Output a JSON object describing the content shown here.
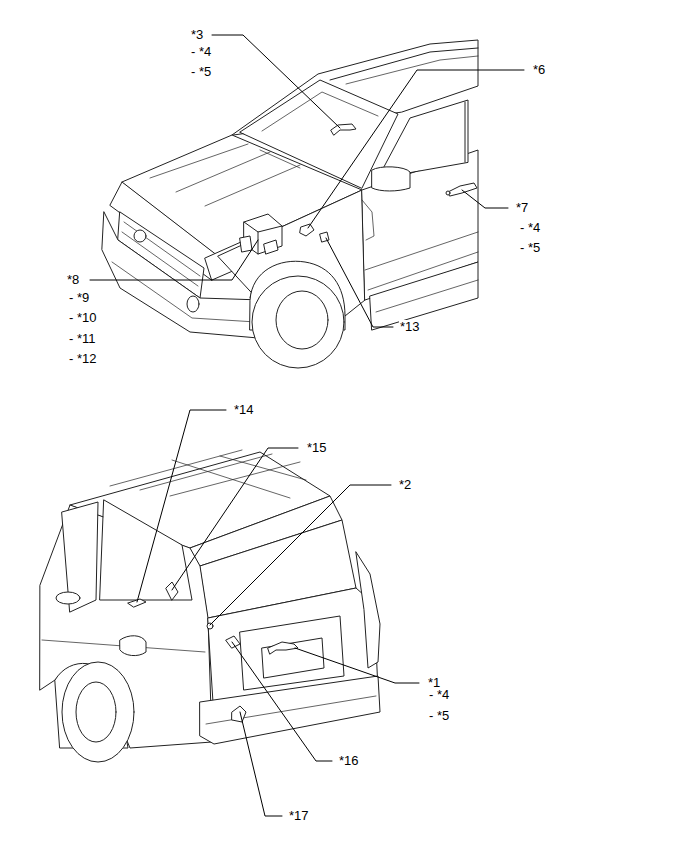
{
  "diagram": {
    "labels": [
      "*3",
      "- *4",
      "- *5",
      "*6",
      "*7",
      "- *4",
      "- *5",
      "*8",
      "- *9",
      "- *10",
      "- *11",
      "- *12",
      "*13",
      "*14",
      "*15",
      "*2",
      "*1",
      "- *4",
      "- *5",
      "*16",
      "*17"
    ]
  }
}
